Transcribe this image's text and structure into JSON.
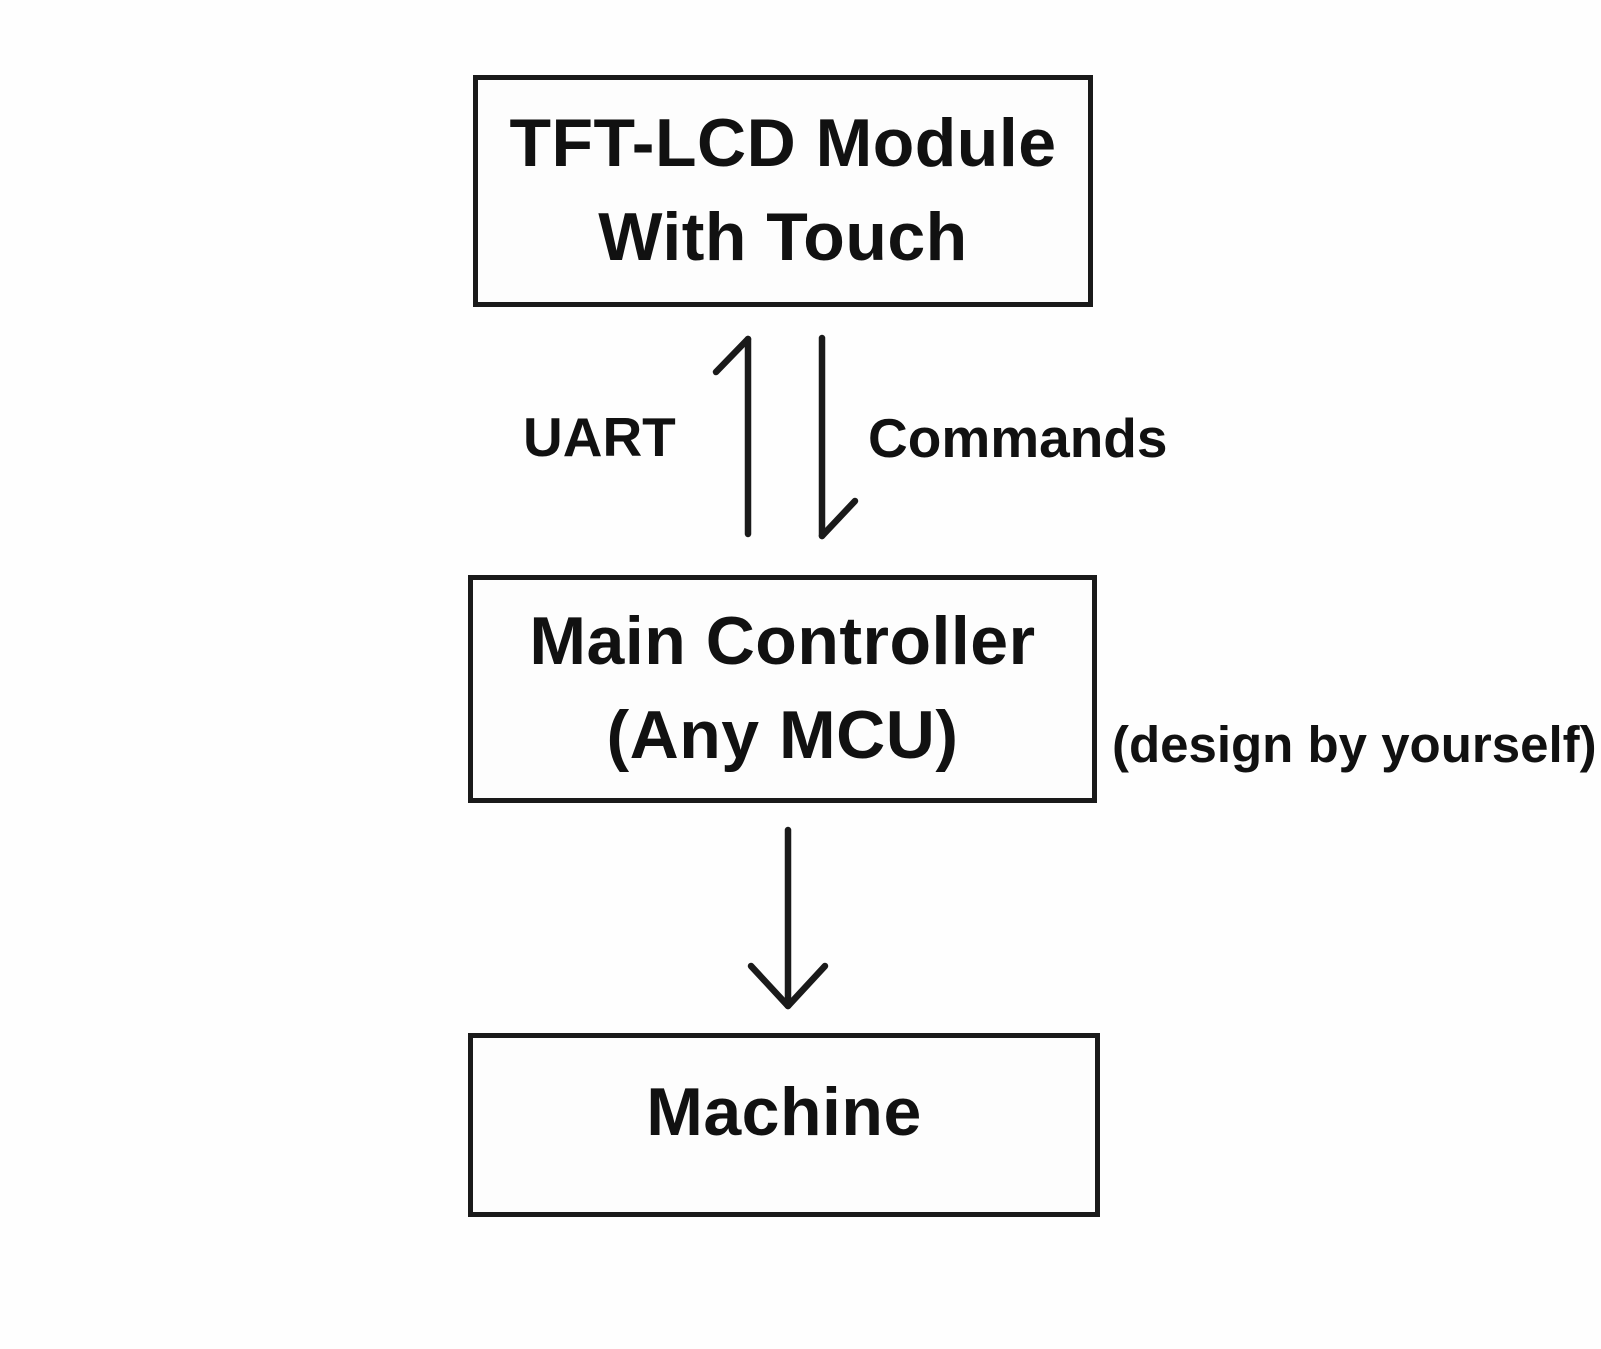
{
  "diagram": {
    "background_color": "#fefefe",
    "stroke_color": "#1a1a1a",
    "text_color": "#111111",
    "nodes": [
      {
        "id": "tft-lcd-module",
        "line1": "TFT-LCD Module",
        "line2": "With Touch"
      },
      {
        "id": "main-controller",
        "line1": "Main Controller",
        "line2": "(Any MCU)"
      },
      {
        "id": "machine",
        "line1": "Machine"
      }
    ],
    "edges": [
      {
        "id": "uart-up",
        "label": "UART",
        "from": "main-controller",
        "to": "tft-lcd-module",
        "direction": "up"
      },
      {
        "id": "commands-down",
        "label": "Commands",
        "from": "tft-lcd-module",
        "to": "main-controller",
        "direction": "down"
      },
      {
        "id": "controller-to-machine",
        "label": "",
        "from": "main-controller",
        "to": "machine",
        "direction": "down"
      }
    ],
    "annotation": {
      "text": "(design by yourself)",
      "attached_to": "main-controller"
    }
  }
}
